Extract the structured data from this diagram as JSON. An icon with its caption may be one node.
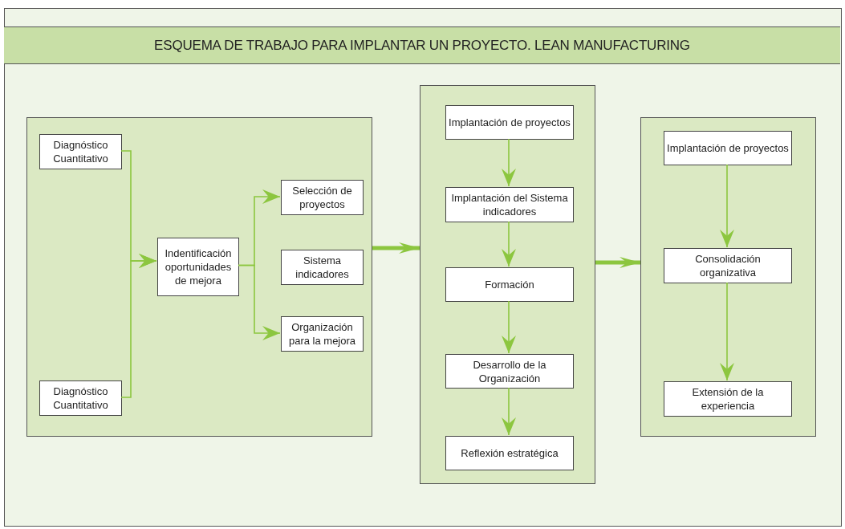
{
  "diagram": {
    "title": "ESQUEMA DE TRABAJO PARA IMPLANTAR UN PROYECTO. LEAN MANUFACTURING",
    "nodes": [
      {
        "text": [],
        "shape": "box"
      },
      {
        "text": [
          "Diagnóstico Cuantitativo"
        ],
        "in": 0
      },
      {
        "text": [
          "Diagnóstico Cuantitativo"
        ],
        "in": 0
      },
      {
        "text": [
          "Indentificación oportunidades de mejora"
        ],
        "in": 0
      },
      {
        "text": [
          "Selección de proyectos"
        ],
        "in": 0
      },
      {
        "text": [
          "Sistema indicadores"
        ],
        "in": 0
      },
      {
        "text": [
          "Organización para la mejora"
        ],
        "in": 0
      },
      {
        "text": [],
        "shape": "box"
      },
      {
        "text": [
          "Implantación de proyectos"
        ],
        "in": 7
      },
      {
        "text": [
          "Implantación del Sistema indicadores"
        ],
        "in": 7
      },
      {
        "text": [
          "Formación"
        ],
        "in": 7
      },
      {
        "text": [
          "Desarrollo de la Organización"
        ],
        "in": 7
      },
      {
        "text": [
          "Reflexión estratégica"
        ],
        "in": 7
      },
      {
        "text": [],
        "shape": "box"
      },
      {
        "text": [
          "Implantación de proyectos"
        ],
        "in": 13
      },
      {
        "text": [
          "Consolidación organizativa"
        ],
        "in": 13
      },
      {
        "text": [
          "Extensión de la experiencia"
        ],
        "in": 13
      }
    ],
    "edges": [
      {
        "from": 1,
        "to": 3,
        "arrow": "to"
      },
      {
        "from": 2,
        "to": 3,
        "arrow": "to"
      },
      {
        "from": 3,
        "to": 4,
        "arrow": "to"
      },
      {
        "from": 3,
        "to": 6,
        "arrow": "to"
      },
      {
        "from": 0,
        "to": 7,
        "arrow": "to",
        "style": "thick"
      },
      {
        "from": 8,
        "to": 9,
        "arrow": "to"
      },
      {
        "from": 9,
        "to": 10,
        "arrow": "to"
      },
      {
        "from": 10,
        "to": 11,
        "arrow": "to"
      },
      {
        "from": 11,
        "to": 12,
        "arrow": "to"
      },
      {
        "from": 7,
        "to": 13,
        "arrow": "to",
        "style": "thick"
      },
      {
        "from": 14,
        "to": 15,
        "arrow": "to"
      },
      {
        "from": 15,
        "to": 16,
        "arrow": "to"
      }
    ]
  }
}
